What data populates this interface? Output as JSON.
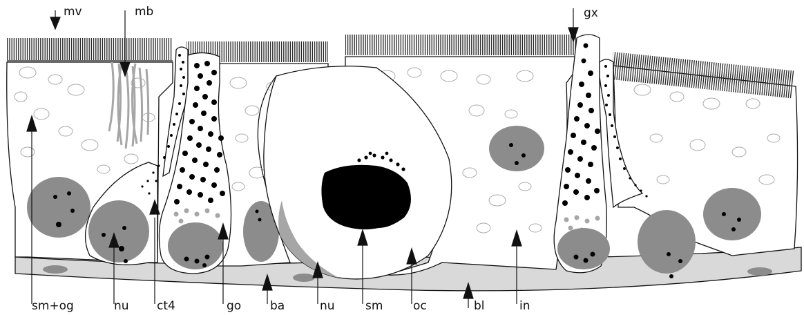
{
  "labels": {
    "mv": "mv",
    "mb": "mb",
    "gx": "gx",
    "sm_og": "sm+og",
    "nu_left": "nu",
    "ct4": "ct4",
    "go": "go",
    "ba": "ba",
    "nu_mid": "nu",
    "sm": "sm",
    "oc": "oc",
    "bl": "bl",
    "in": "in"
  },
  "colors": {
    "outline": "#111111",
    "nucleus_fill": "#8c8c8c",
    "granule": "#000000",
    "grey_granule": "#a6a6a6",
    "basal_layer": "#d9d9d9",
    "inclusion_stroke": "#aaaaaa"
  }
}
